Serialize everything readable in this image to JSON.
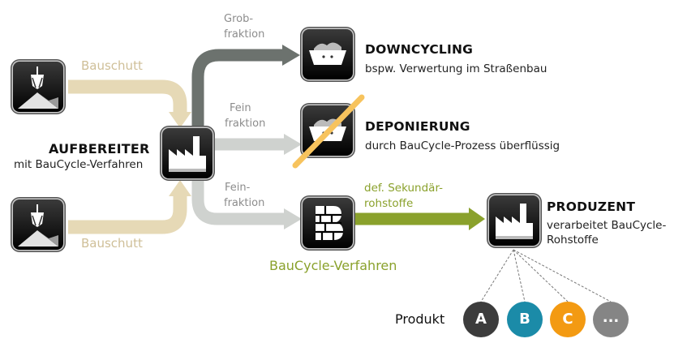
{
  "inputs": {
    "top_label": "Bauschutt",
    "bottom_label": "Bauschutt"
  },
  "processor": {
    "title": "AUFBEREITER",
    "subtitle": "mit BauCycle-Verfahren"
  },
  "fractions": {
    "coarse_line1": "Grob-",
    "coarse_line2": "fraktion",
    "fine_line1": "Fein",
    "fine_line2": "fraktion",
    "fine2_line1": "Fein-",
    "fine2_line2": "fraktion"
  },
  "downcycling": {
    "title": "DOWNCYCLING",
    "subtitle": "bspw. Verwertung im Straßenbau"
  },
  "deponierung": {
    "title": "DEPONIERUNG",
    "subtitle": "durch BauCycle-Prozess überflüssig"
  },
  "baucycle": {
    "label": "BauCycle-Verfahren",
    "arrow_line1": "def. Sekundär-",
    "arrow_line2": "rohstoffe"
  },
  "produzent": {
    "title": "PRODUZENT",
    "subtitle_line1": "verarbeitet BauCycle-",
    "subtitle_line2": "Rohstoffe"
  },
  "products": {
    "label": "Produkt",
    "items": [
      {
        "text": "A",
        "color": "#3c3c3c"
      },
      {
        "text": "B",
        "color": "#1b8ba8"
      },
      {
        "text": "C",
        "color": "#f39a12"
      },
      {
        "text": "...",
        "color": "#858585"
      }
    ]
  },
  "colors": {
    "beige_arrow": "#e6d9b6",
    "dark_arrow": "#6c726e",
    "light_arrow": "#cfd2cf",
    "green_arrow": "#8aa12c",
    "orange_strike": "#f7c35d"
  }
}
